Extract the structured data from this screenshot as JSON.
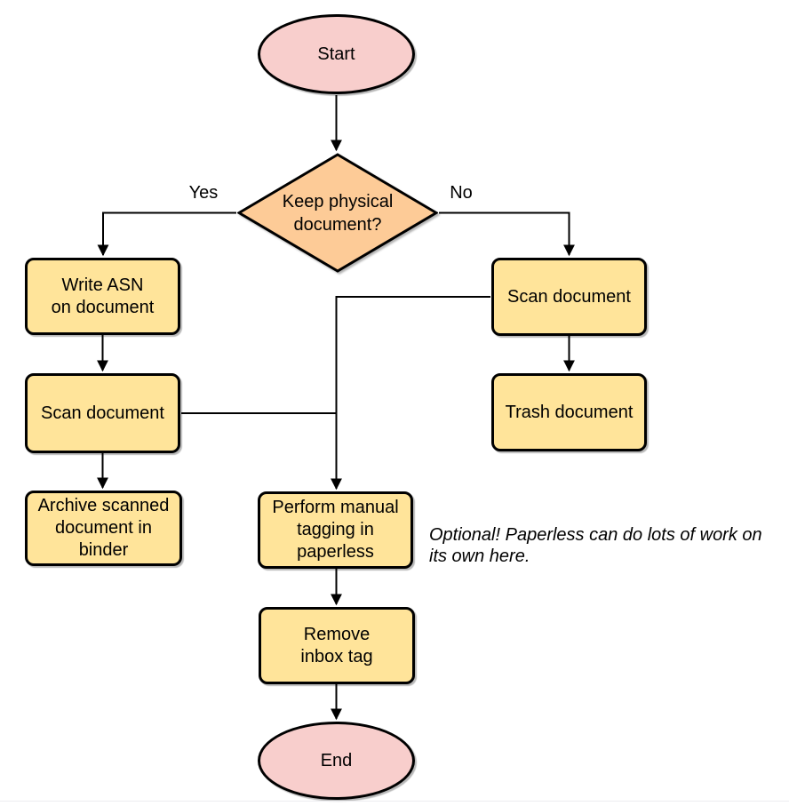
{
  "nodes": {
    "start": {
      "type": "terminal",
      "label": "Start"
    },
    "decision": {
      "type": "decision",
      "label": "Keep physical\ndocument?"
    },
    "write_asn": {
      "type": "process",
      "label": "Write ASN\non document"
    },
    "scan_left": {
      "type": "process",
      "label": "Scan document"
    },
    "archive": {
      "type": "process",
      "label": "Archive scanned\ndocument in\nbinder"
    },
    "scan_right": {
      "type": "process",
      "label": "Scan document"
    },
    "trash": {
      "type": "process",
      "label": "Trash document"
    },
    "tagging": {
      "type": "process",
      "label": "Perform manual\ntagging in\npaperless"
    },
    "remove_inbox": {
      "type": "process",
      "label": "Remove\ninbox tag"
    },
    "end": {
      "type": "terminal",
      "label": "End"
    }
  },
  "edge_labels": {
    "yes": "Yes",
    "no": "No"
  },
  "annotation": {
    "text": "Optional! Paperless can do lots of work on\nits own here."
  },
  "colors": {
    "terminal_fill": "#F8CECC",
    "decision_fill": "#FDCB97",
    "process_fill": "#FFE49A",
    "stroke": "#000000",
    "background": "#FFFFFF",
    "divider": "#EDEDF0"
  }
}
